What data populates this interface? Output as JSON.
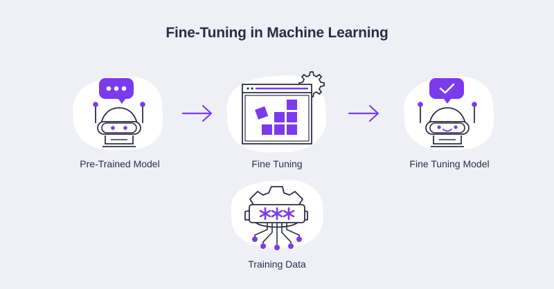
{
  "title": "Fine-Tuning in Machine Learning",
  "nodes": {
    "pretrained": {
      "label": "Pre-Trained Model",
      "icon": "robot-chat-icon"
    },
    "finetuning": {
      "label": "Fine Tuning",
      "icon": "browser-blocks-gear-icon"
    },
    "finetuned": {
      "label": "Fine Tuning Model",
      "icon": "robot-check-icon"
    },
    "training": {
      "label": "Training Data",
      "icon": "gear-data-icon"
    }
  },
  "colors": {
    "background": "#eef0f6",
    "blob": "#ffffff",
    "accent": "#7c3aed",
    "ink": "#2b2d47"
  }
}
